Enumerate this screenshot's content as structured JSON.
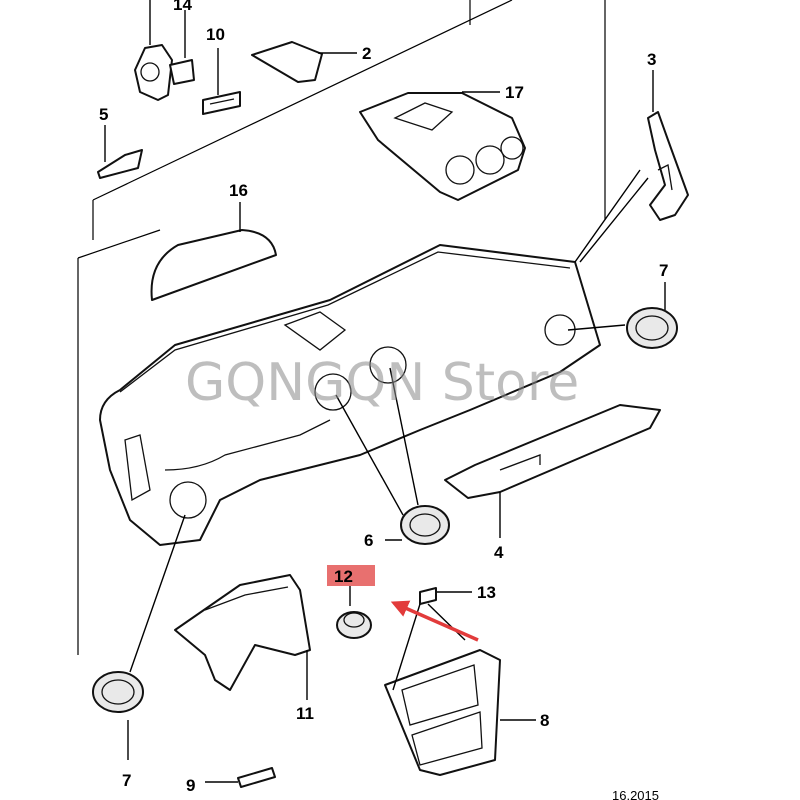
{
  "watermark": "GQNGQN Store",
  "diagram_code": "16.2015",
  "callouts": {
    "p14": "14",
    "p10": "10",
    "p2": "2",
    "p3": "3",
    "p17": "17",
    "p5": "5",
    "p16": "16",
    "p7a": "7",
    "p6": "6",
    "p4": "4",
    "p12": "12",
    "p13": "13",
    "p11": "11",
    "p8": "8",
    "p7b": "7",
    "p9": "9"
  },
  "colors": {
    "highlight_box": "#e8706f",
    "highlight_arrow": "#e23b3b",
    "line": "#111111",
    "watermark": "#888888"
  }
}
